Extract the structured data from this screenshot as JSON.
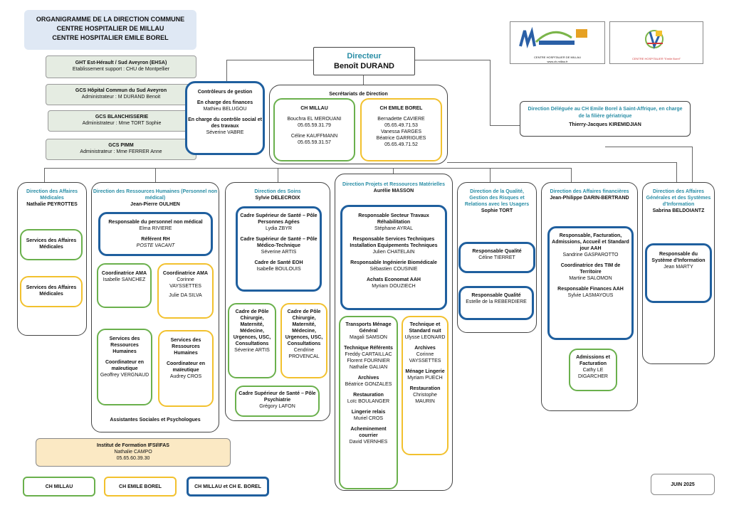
{
  "title": {
    "line1": "ORGANIGRAMME DE LA DIRECTION COMMUNE",
    "line2": "CENTRE HOSPITALIER DE MILLAU",
    "line3": "CENTRE HOSPITALIER EMILE BOREL"
  },
  "logos": {
    "millau_caption": "CENTRE HOSPITALIER DE MILLAU",
    "millau_url": "www.ch-millau.fr",
    "borel_caption": "CENTRE HOSPITALIER \"Emile Borel\""
  },
  "gcs": [
    {
      "name": "GHT Est-Hérault / Sud Aveyron (EHSA)",
      "detail": "Etablissement support : CHU de Montpellier"
    },
    {
      "name": "GCS Hôpital Commun du Sud Aveyron",
      "detail": "Administrateur : M DURAND Benoit"
    },
    {
      "name": "GCS BLANCHISSERIE",
      "detail": "Administrateur : Mme TORT Sophie"
    },
    {
      "name": "GCS PIMM",
      "detail": "Administrateur : Mme FERRER Anne"
    }
  ],
  "director": {
    "title": "Directeur",
    "name": "Benoît DURAND"
  },
  "controleurs": {
    "title": "Contrôleurs de gestion",
    "finances_title": "En charge des finances",
    "finances_name": "Mathieu BELUGOU",
    "social_title": "En charge du contrôle social et des travaux",
    "social_name": "Séverine VABRE"
  },
  "secretariats": {
    "title": "Secrétariats de Direction",
    "millau": {
      "title": "CH MILLAU",
      "p1": "Bouchra EL MEROUANI",
      "t1": "05.65.59.31.79",
      "p2": "Céline KAUFFMANN",
      "t2": "05.65.59.31.57"
    },
    "borel": {
      "title": "CH EMILE BOREL",
      "p1": "Bernadette CAVIERE",
      "t1": "05.65.49.71.53",
      "p2": "Vanessa FARGES",
      "p3": "Béatrice GARRIGUES",
      "t3": "05.65.49.71.52"
    }
  },
  "delegated": {
    "title": "Direction Déléguée au CH Emile Borel à Saint-Affrique, en charge de la filière gériatrique",
    "name": "Thierry-Jacques KIREMIDJIAN"
  },
  "dam": {
    "title": "Direction des Affaires Médicales",
    "name": "Nathalie PEYROTTES",
    "svc1": "Services des Affaires Médicales",
    "svc2": "Services des Affaires Médicales"
  },
  "drh": {
    "title": "Direction des Ressources Humaines (Personnel non médical)",
    "name": "Jean-Pierre OULHEN",
    "resp_title": "Responsable du personnel non médical",
    "resp_name": "Elma RIVIERE",
    "ref_title": "Référent RH",
    "ref_name": "POSTE VACANT",
    "coord1_title": "Coordinatrice AMA",
    "coord1_name": "Isabelle SANCHEZ",
    "coord2_title": "Coordinatrice AMA",
    "coord2_name1": "Corinne VAYSSETTES",
    "coord2_name2": "Julie DA SILVA",
    "srh1_title": "Services des Ressources Humaines",
    "srh1_sub": "Coordinateur en maïeutique",
    "srh1_name": "Geoffrey VERGNAUD",
    "srh2_title": "Services des Ressources Humaines",
    "srh2_sub": "Coordinateur en maïeutique",
    "srh2_name": "Audrey CROS",
    "footer": "Assistantes Sociales et Psychologues"
  },
  "soins": {
    "title": "Direction des Soins",
    "name": "Sylvie DELECROIX",
    "c1_title": "Cadre Supérieur de Santé – Pôle Personnes Agées",
    "c1_name": "Lydia ZBYR",
    "c2_title": "Cadre Supérieur de Santé – Pôle Médico-Technique",
    "c2_name": "Séverine ARTIS",
    "c3_title": "Cadre de Santé EOH",
    "c3_name": "Isabelle BOULOUIS",
    "pole1_title": "Cadre de Pôle Chirurgie, Maternité, Médecine, Urgences, USC, Consultations",
    "pole1_name": "Séverine ARTIS",
    "pole2_title": "Cadre de Pôle Chirurgie, Maternité, Médecine, Urgences, USC, Consultations",
    "pole2_name": "Cendrine PROVENCAL",
    "psy_title": "Cadre Supérieur de Santé – Pôle Psychiatrie",
    "psy_name": "Grégory LAFON"
  },
  "projets": {
    "title": "Direction Projets et Ressources Matérielles",
    "name": "Aurélie MASSON",
    "r1_title": "Responsable Secteur Travaux Réhabilitation",
    "r1_name": "Stéphane AYRAL",
    "r2_title": "Responsable Services Techniques Installation Equipements Techniques",
    "r2_name": "Julien CHATELAIN",
    "r3_title": "Responsable Ingénierie Biomédicale",
    "r3_name": "Sébastien COUSINIE",
    "r4_title": "Achats Economat AAH",
    "r4_name": "Myriam DOUZIECH",
    "g_t1": "Transports Ménage Général",
    "g_n1": "Magali SAMSON",
    "g_t2": "Technique Référents",
    "g_n2a": "Freddy CARTAILLAC",
    "g_n2b": "Florent FOURNIER",
    "g_n2c": "Nathalie GALIAN",
    "g_t3": "Archives",
    "g_n3": "Béatrice GONZALES",
    "g_t4": "Restauration",
    "g_n4": "Loïc BOULANGER",
    "g_t5": "Lingerie relais",
    "g_n5": "Muriel CROS",
    "g_t6": "Acheminement courrier",
    "g_n6": "David VERNHES",
    "y_t1": "Technique et Standard nuit",
    "y_n1": "Ulysse LEONARD",
    "y_t2": "Archives",
    "y_n2": "Corinne VAYSSETTES",
    "y_t3": "Ménage Lingerie",
    "y_n3": "Myriam PUECH",
    "y_t4": "Restauration",
    "y_n4": "Christophe MAURIN"
  },
  "qualite": {
    "title": "Direction de la Qualité, Gestion des Risques et Relations avec les Usagers",
    "name": "Sophie TORT",
    "q1_title": "Responsable Qualité",
    "q1_name": "Céline TIERRET",
    "q2_title": "Responsable Qualité",
    "q2_name": "Estelle de la REBERDIERE"
  },
  "finances": {
    "title": "Direction des Affaires financières",
    "name": "Jean-Philippe DARIN-BERTRAND",
    "f1_title": "Responsable, Facturation, Admissions, Accueil et Standard jour AAH",
    "f1_name": "Sandrine GASPAROTTO",
    "f2_title": "Coordinatrice des TIM de Territoire",
    "f2_name": "Martine SALOMON",
    "f3_title": "Responsable Finances AAH",
    "f3_name": "Sylvie LASMAYOUS",
    "adm_title": "Admissions et Facturation",
    "adm_name": "Cathy LE DIGARCHER"
  },
  "dagsi": {
    "title": "Direction des Affaires Générales et des Systèmes d'Information",
    "name": "Sabrina BELDOIANTZ",
    "r_title": "Responsable du Système d'Information",
    "r_name": "Jean MARTY"
  },
  "ifsi": {
    "title": "Institut de Formation IFSI/IFAS",
    "name": "Nathalie CAMPO",
    "phone": "05.65.60.39.30"
  },
  "legend": {
    "millau": "CH MILLAU",
    "borel": "CH EMILE BOREL",
    "both": "CH MILLAU et CH E. BOREL"
  },
  "date": "JUIN 2025"
}
